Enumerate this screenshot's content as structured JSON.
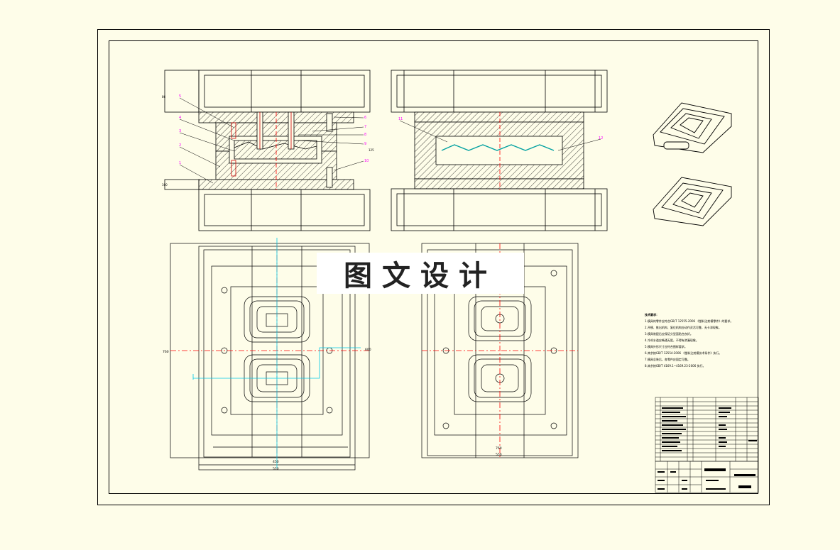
{
  "watermark": "图文设计",
  "callouts_left": [
    "5",
    "4",
    "3",
    "2",
    "1",
    "6",
    "7",
    "8",
    "9",
    "10"
  ],
  "callouts_right": [
    "11",
    "12"
  ],
  "dimensions": {
    "plan_height": "760",
    "plan_width_inner": "450",
    "plan_width_outer": "550",
    "plan_side": "600",
    "right_plan_w1": "760",
    "right_plan_w2": "550",
    "left_h1": "86",
    "left_h2": "100",
    "left_h3": "125"
  },
  "notes_heading": "技术要求：",
  "notes": [
    "1.模具的零件应符合GB/T 12555-2006 《塑料注射模零件》的要求。",
    "2.开模、推出机构、复位机构应动作灵活可靠，无卡滞现象。",
    "3.模具装配后应保证分型面贴合良好。",
    "4.冷却水道应畅通无阻，不得有渗漏现象。",
    "5.模具外形尺寸应符合图样要求。",
    "6.其余按GB/T 12554-2006 《塑料注射模技术条件》执行。",
    "7.模具总装后，各零件应固定可靠。",
    "8.其余按GB/T 4169.1~4169.23-2006 执行。"
  ],
  "colors": {
    "background": "#fefde9",
    "line": "#000000",
    "centerline": "#ff0000",
    "callout": "#ff00ff",
    "part": "#00a0a0",
    "guide": "#00c8e6"
  }
}
